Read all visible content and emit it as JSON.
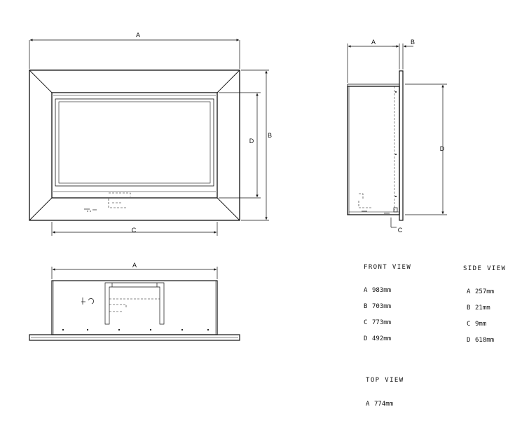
{
  "dimension_letters": {
    "front": {
      "a": "A",
      "b": "B",
      "c": "C",
      "d": "D"
    },
    "side": {
      "a": "A",
      "b": "B",
      "c": "C",
      "d": "D"
    },
    "top": {
      "a": "A"
    }
  },
  "specs": {
    "front_view": {
      "title": "FRONT VIEW",
      "items": [
        {
          "key": "A",
          "value": "983mm"
        },
        {
          "key": "B",
          "value": "703mm"
        },
        {
          "key": "C",
          "value": "773mm"
        },
        {
          "key": "D",
          "value": "492mm"
        }
      ]
    },
    "side_view": {
      "title": "SIDE VIEW",
      "items": [
        {
          "key": "A",
          "value": "257mm"
        },
        {
          "key": "B",
          "value": "21mm"
        },
        {
          "key": "C",
          "value": "9mm"
        },
        {
          "key": "D",
          "value": "618mm"
        }
      ]
    },
    "top_view": {
      "title": "TOP VIEW",
      "items": [
        {
          "key": "A",
          "value": "774mm"
        }
      ]
    }
  }
}
